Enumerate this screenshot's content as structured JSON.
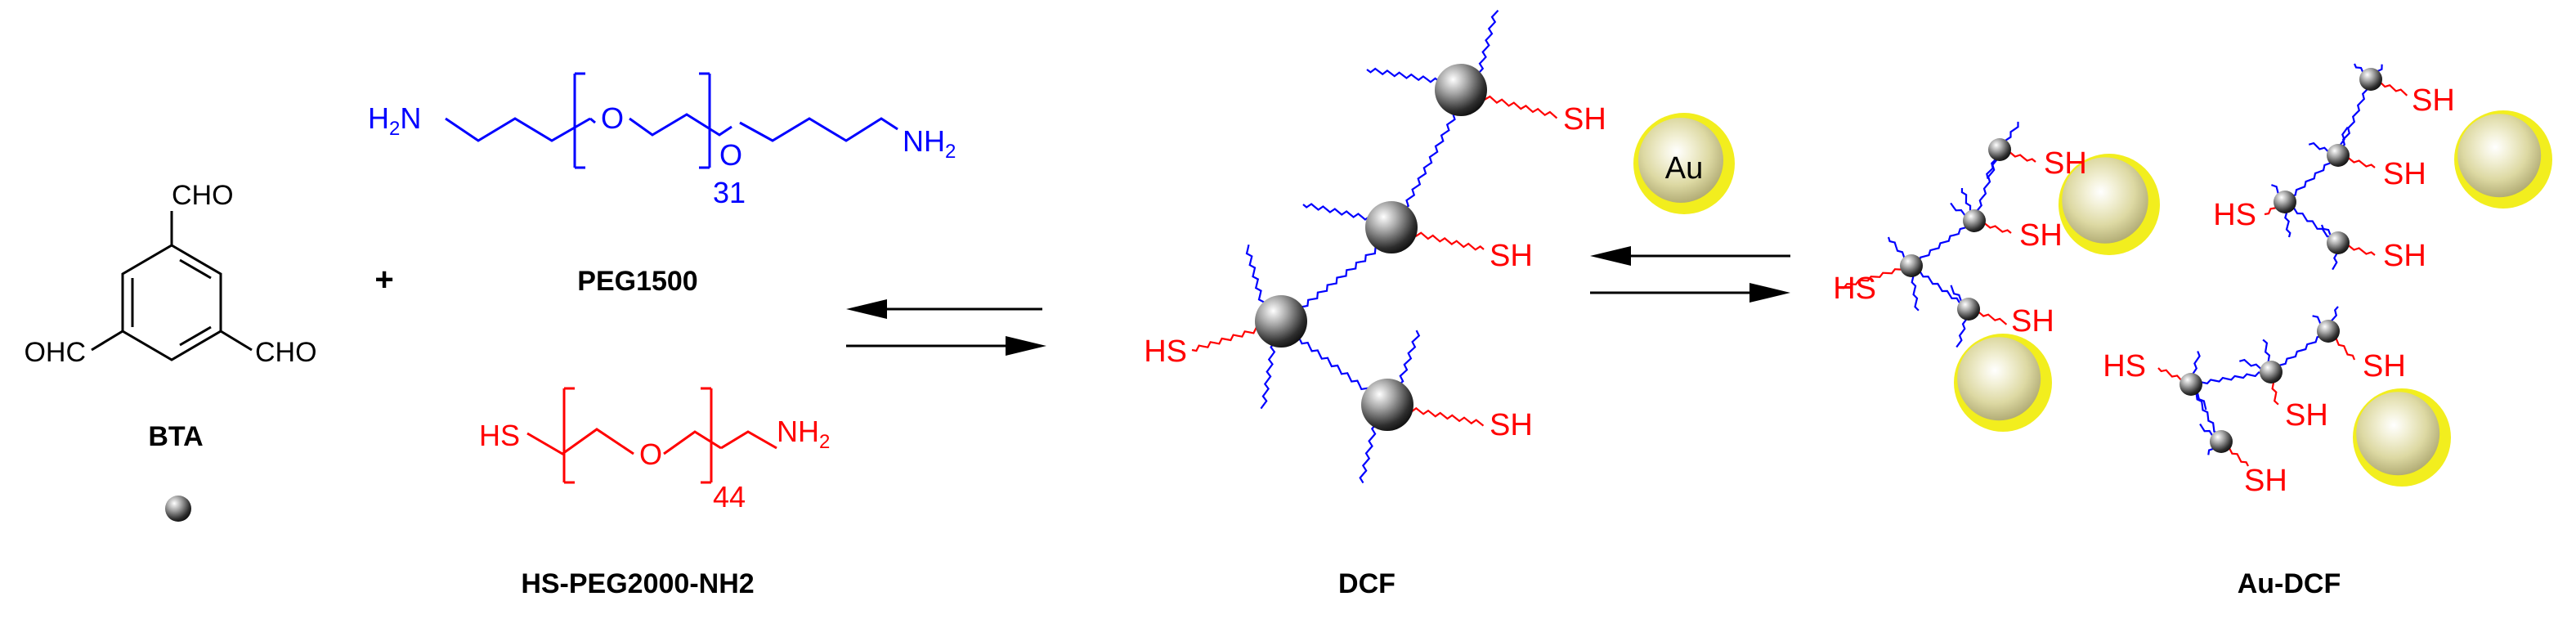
{
  "labels": {
    "bta": "BTA",
    "peg1500": "PEG1500",
    "hs_peg": "HS-PEG2000-NH2",
    "dcf": "DCF",
    "au_dcf": "Au-DCF",
    "plus": "+"
  },
  "bta_groups": {
    "top": "CHO",
    "left": "OHC",
    "right": "CHO"
  },
  "peg1500_formula": {
    "left_end": "H",
    "left_sub": "2",
    "left_n": "N",
    "o1": "O",
    "o2": "O",
    "right_end": "NH",
    "right_sub": "2",
    "repeat": "31"
  },
  "hs_peg_formula": {
    "left_end": "HS",
    "o": "O",
    "right_end": "NH",
    "right_sub": "2",
    "repeat": "44"
  },
  "gold_label": "Au",
  "thiol": "SH",
  "thiol_rev": "HS",
  "colors": {
    "peg1500": "#0000ff",
    "hs_peg": "#ff0000",
    "gold_rim": "#f2ee1e",
    "gold_fill": "#ddd9a3"
  }
}
